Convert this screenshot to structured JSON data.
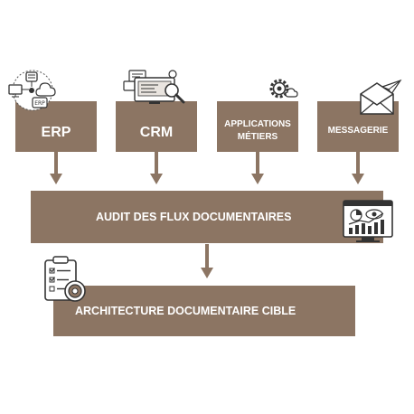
{
  "sources": [
    {
      "label": "ERP",
      "icon": "network-cloud-icon"
    },
    {
      "label": "CRM",
      "icon": "desktop-search-icon"
    },
    {
      "label": "APPLICATIONS\nMÉTIERS",
      "icon": "gear-cloud-icon"
    },
    {
      "label": "MESSAGERIE",
      "icon": "envelope-paper-plane-icon"
    }
  ],
  "audit": {
    "label": "AUDIT DES FLUX DOCUMENTAIRES",
    "icon": "analytics-dashboard-icon"
  },
  "target": {
    "label": "ARCHITECTURE DOCUMENTAIRE CIBLE",
    "icon": "clipboard-target-icon"
  },
  "colors": {
    "box": "#8c7563",
    "text": "#ffffff",
    "icon_stroke": "#333333"
  }
}
